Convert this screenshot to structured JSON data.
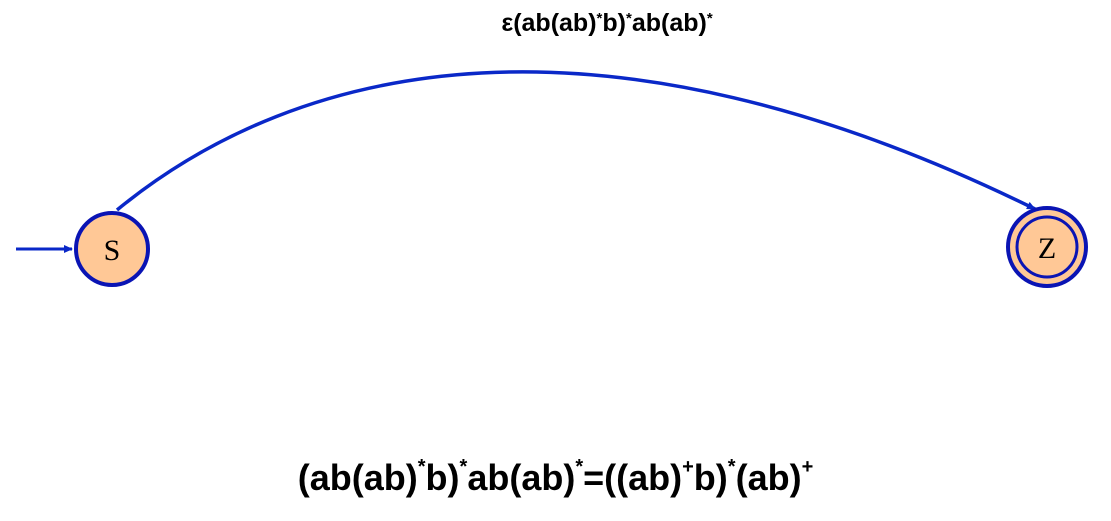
{
  "diagram": {
    "states": [
      {
        "id": "S",
        "label": "S",
        "initial": true,
        "accepting": false
      },
      {
        "id": "Z",
        "label": "Z",
        "initial": false,
        "accepting": true
      }
    ],
    "transitions": [
      {
        "from": "S",
        "to": "Z",
        "label_parts": [
          {
            "text": "ε(ab(ab)",
            "sup": false
          },
          {
            "text": "*",
            "sup": true
          },
          {
            "text": "b)",
            "sup": false
          },
          {
            "text": "*",
            "sup": true
          },
          {
            "text": "ab(ab)",
            "sup": false
          },
          {
            "text": "*",
            "sup": true
          }
        ]
      }
    ]
  },
  "equation": {
    "parts": [
      {
        "text": "(ab(ab)",
        "sup": false
      },
      {
        "text": "*",
        "sup": true
      },
      {
        "text": "b)",
        "sup": false
      },
      {
        "text": "*",
        "sup": true
      },
      {
        "text": "ab(ab)",
        "sup": false
      },
      {
        "text": "*",
        "sup": true
      },
      {
        "text": "=((ab)",
        "sup": false
      },
      {
        "text": "+",
        "sup": true
      },
      {
        "text": "b)",
        "sup": false
      },
      {
        "text": "*",
        "sup": true
      },
      {
        "text": "(ab)",
        "sup": false
      },
      {
        "text": "+",
        "sup": true
      }
    ]
  },
  "colors": {
    "state_fill": "#FFC896",
    "state_stroke": "#0A14B4",
    "edge": "#0A28C8",
    "text": "#000000"
  }
}
